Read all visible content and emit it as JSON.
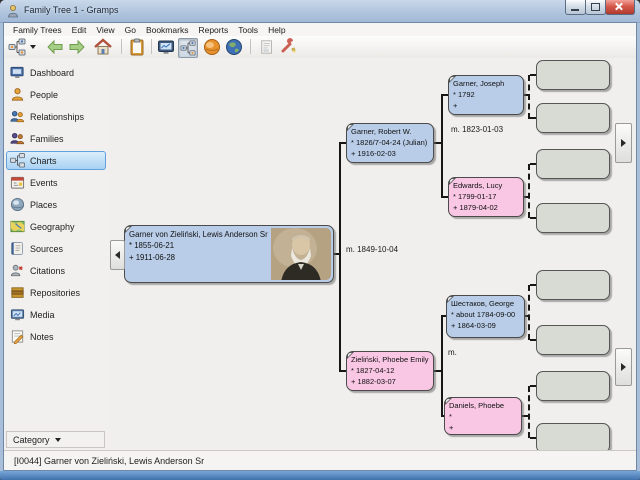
{
  "window": {
    "title": "Family Tree 1 - Gramps"
  },
  "menubar": {
    "items": [
      "Family Trees",
      "Edit",
      "View",
      "Go",
      "Bookmarks",
      "Reports",
      "Tools",
      "Help"
    ]
  },
  "toolbar": {
    "icons": [
      "pedigree-view-selector",
      "dropdown",
      "back",
      "forward",
      "home",
      "clipboard",
      "dashboard-view",
      "pedigree-view-selected",
      "geography-view-1",
      "geography-view-2",
      "reports",
      "tools"
    ]
  },
  "sidebar": {
    "items": [
      {
        "label": "Dashboard"
      },
      {
        "label": "People"
      },
      {
        "label": "Relationships"
      },
      {
        "label": "Families"
      },
      {
        "label": "Charts",
        "selected": true
      },
      {
        "label": "Events"
      },
      {
        "label": "Places"
      },
      {
        "label": "Geography"
      },
      {
        "label": "Sources"
      },
      {
        "label": "Citations"
      },
      {
        "label": "Repositories"
      },
      {
        "label": "Media"
      },
      {
        "label": "Notes"
      }
    ],
    "category_label": "Category"
  },
  "chart": {
    "people": {
      "root": {
        "name": "Garner von Zieliński, Lewis Anderson Sr",
        "birth": "* 1855-06-21",
        "death": "+ 1911-06-28",
        "gender": "male",
        "has_photo": true
      },
      "father": {
        "name": "Garner, Robert W.",
        "birth": "* 1826/7-04-24 (Julian)",
        "death": "+ 1916-02-03",
        "gender": "male"
      },
      "mother": {
        "name": "Zieliński, Phoebe Emily",
        "birth": "* 1827-04-12",
        "death": "+ 1882-03-07",
        "gender": "female"
      },
      "paternal_grandfather": {
        "name": "Garner, Joseph",
        "birth": "* 1792",
        "death": "+",
        "gender": "male"
      },
      "paternal_grandmother": {
        "name": "Edwards, Lucy",
        "birth": "* 1799-01-17",
        "death": "+ 1879-04-02",
        "gender": "female"
      },
      "maternal_grandfather": {
        "name": "Шестаков, George",
        "birth": "* about 1784-09-00",
        "death": "+ 1864-03-09",
        "gender": "male"
      },
      "maternal_grandmother": {
        "name": "Daniels, Phoebe",
        "birth": "*",
        "death": "+",
        "gender": "female"
      }
    },
    "marriages": {
      "parents": "m. 1849-10-04",
      "paternal": "m. 1823-01-03",
      "maternal": "m."
    },
    "empty_box_count": 8
  },
  "statusbar": {
    "text": "[I0044] Garner von Zieliński, Lewis Anderson Sr"
  },
  "colors": {
    "male_box": "#b9cde8",
    "female_box": "#f9c6e4",
    "empty_box": "#d8dbd3",
    "sidebar_selected": "#a8d2f3",
    "frame_blue": "#3f72ac"
  }
}
